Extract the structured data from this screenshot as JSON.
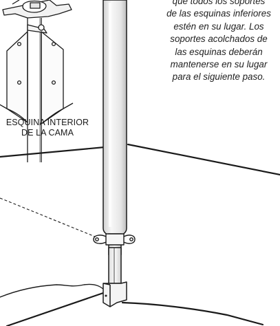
{
  "inset": {
    "caption_line1": "ESQUINA INTERIOR",
    "caption_line2": "DE LA CAMA"
  },
  "instruction": {
    "lines": [
      "que todos los soportes",
      "de las esquinas inferiores",
      "estén en su lugar. Los",
      "soportes acolchados de",
      "las esquinas deberán",
      "mantenerse en su lugar",
      "para el siguiente paso."
    ]
  },
  "colors": {
    "line": "#1a1a1a",
    "pole_light": "#f4f4f4",
    "pole_shade": "#c9c9c9"
  }
}
